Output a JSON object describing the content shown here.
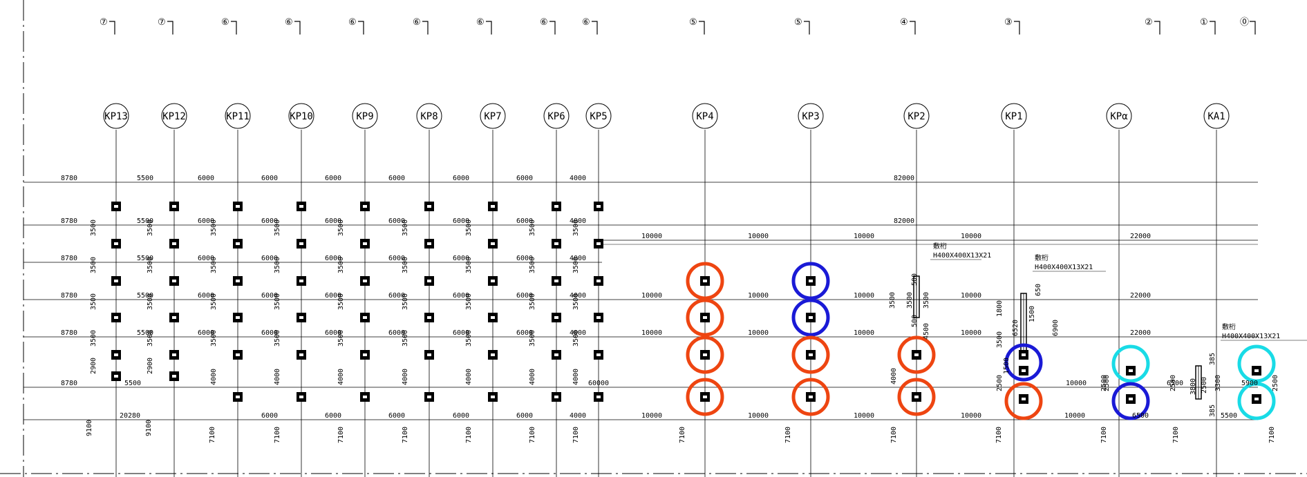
{
  "colors": {
    "red": "#ee4511",
    "blue": "#1a1ad6",
    "cyan": "#19dbe6",
    "ink": "#000000"
  },
  "axes": [
    {
      "id": "KP13",
      "label": "KP13"
    },
    {
      "id": "KP12",
      "label": "KP12"
    },
    {
      "id": "KP11",
      "label": "KP11"
    },
    {
      "id": "KP10",
      "label": "KP10"
    },
    {
      "id": "KP9",
      "label": "KP9"
    },
    {
      "id": "KP8",
      "label": "KP8"
    },
    {
      "id": "KP7",
      "label": "KP7"
    },
    {
      "id": "KP6",
      "label": "KP6"
    },
    {
      "id": "KP5",
      "label": "KP5"
    },
    {
      "id": "KP4",
      "label": "KP4"
    },
    {
      "id": "KP3",
      "label": "KP3"
    },
    {
      "id": "KP2",
      "label": "KP2"
    },
    {
      "id": "KP1",
      "label": "KP1"
    },
    {
      "id": "KPa",
      "label": "KPα"
    },
    {
      "id": "KA1",
      "label": "KA1"
    }
  ],
  "sections": [
    "⑦",
    "⑦",
    "⑥",
    "⑥",
    "⑥",
    "⑥",
    "⑥",
    "⑥",
    "⑥",
    "⑤",
    "⑤",
    "④",
    "③",
    "②",
    "①",
    "⓪"
  ],
  "dim_rows": {
    "r1": [
      "8780",
      "5500",
      "6000",
      "6000",
      "6000",
      "6000",
      "6000",
      "6000",
      "4000",
      "82000"
    ],
    "r2": [
      "8780",
      "5500",
      "6000",
      "6000",
      "6000",
      "6000",
      "6000",
      "6000",
      "4000",
      "82000"
    ],
    "r3": [
      "10000",
      "10000",
      "10000",
      "10000",
      "22000"
    ],
    "r4": [
      "8780",
      "5500",
      "6000",
      "6000",
      "6000",
      "6000",
      "6000",
      "6000",
      "4000"
    ],
    "r5": [
      "8780",
      "5500",
      "6000",
      "6000",
      "6000",
      "6000",
      "6000",
      "6000",
      "4000",
      "10000",
      "10000",
      "10000",
      "10000",
      "22000"
    ],
    "r6": [
      "8780",
      "5500",
      "6000",
      "6000",
      "6000",
      "6000",
      "6000",
      "6000",
      "4000",
      "10000",
      "10000",
      "10000",
      "10000",
      "22000"
    ],
    "r7": [
      "8780",
      "5500",
      "60000",
      "10000",
      "6500",
      "5900"
    ],
    "r8": [
      "20280",
      "6000",
      "6000",
      "6000",
      "6000",
      "6000",
      "4000",
      "10000",
      "10000",
      "10000",
      "10000",
      "10000",
      "6500",
      "5500"
    ]
  },
  "vertical_dims": {
    "s1": "3500",
    "s2": "3500",
    "s3": "3500",
    "s4": "3500",
    "s5": "2900",
    "s6": "4000",
    "bottom": "9100",
    "bottom2": "7100",
    "kp2": [
      "3500",
      "3500",
      "3500",
      "4000",
      "500",
      "500",
      "4500"
    ],
    "kp1": [
      "1800",
      "1500",
      "6520",
      "650",
      "1500",
      "3500",
      "6900",
      "2500"
    ],
    "kpa": [
      "2500",
      "2500"
    ],
    "ka1": [
      "2500",
      "3800",
      "2500",
      "3300",
      "385",
      "385",
      "2500"
    ]
  },
  "annotations": {
    "beam_kp2_title": "敷桁",
    "beam_kp2_spec": "H400X400X13X21",
    "beam_kp1_title": "敷桁",
    "beam_kp1_spec": "H400X400X13X21",
    "beam_ka1_title": "敷桁",
    "beam_ka1_spec": "H400X400X13X21"
  }
}
